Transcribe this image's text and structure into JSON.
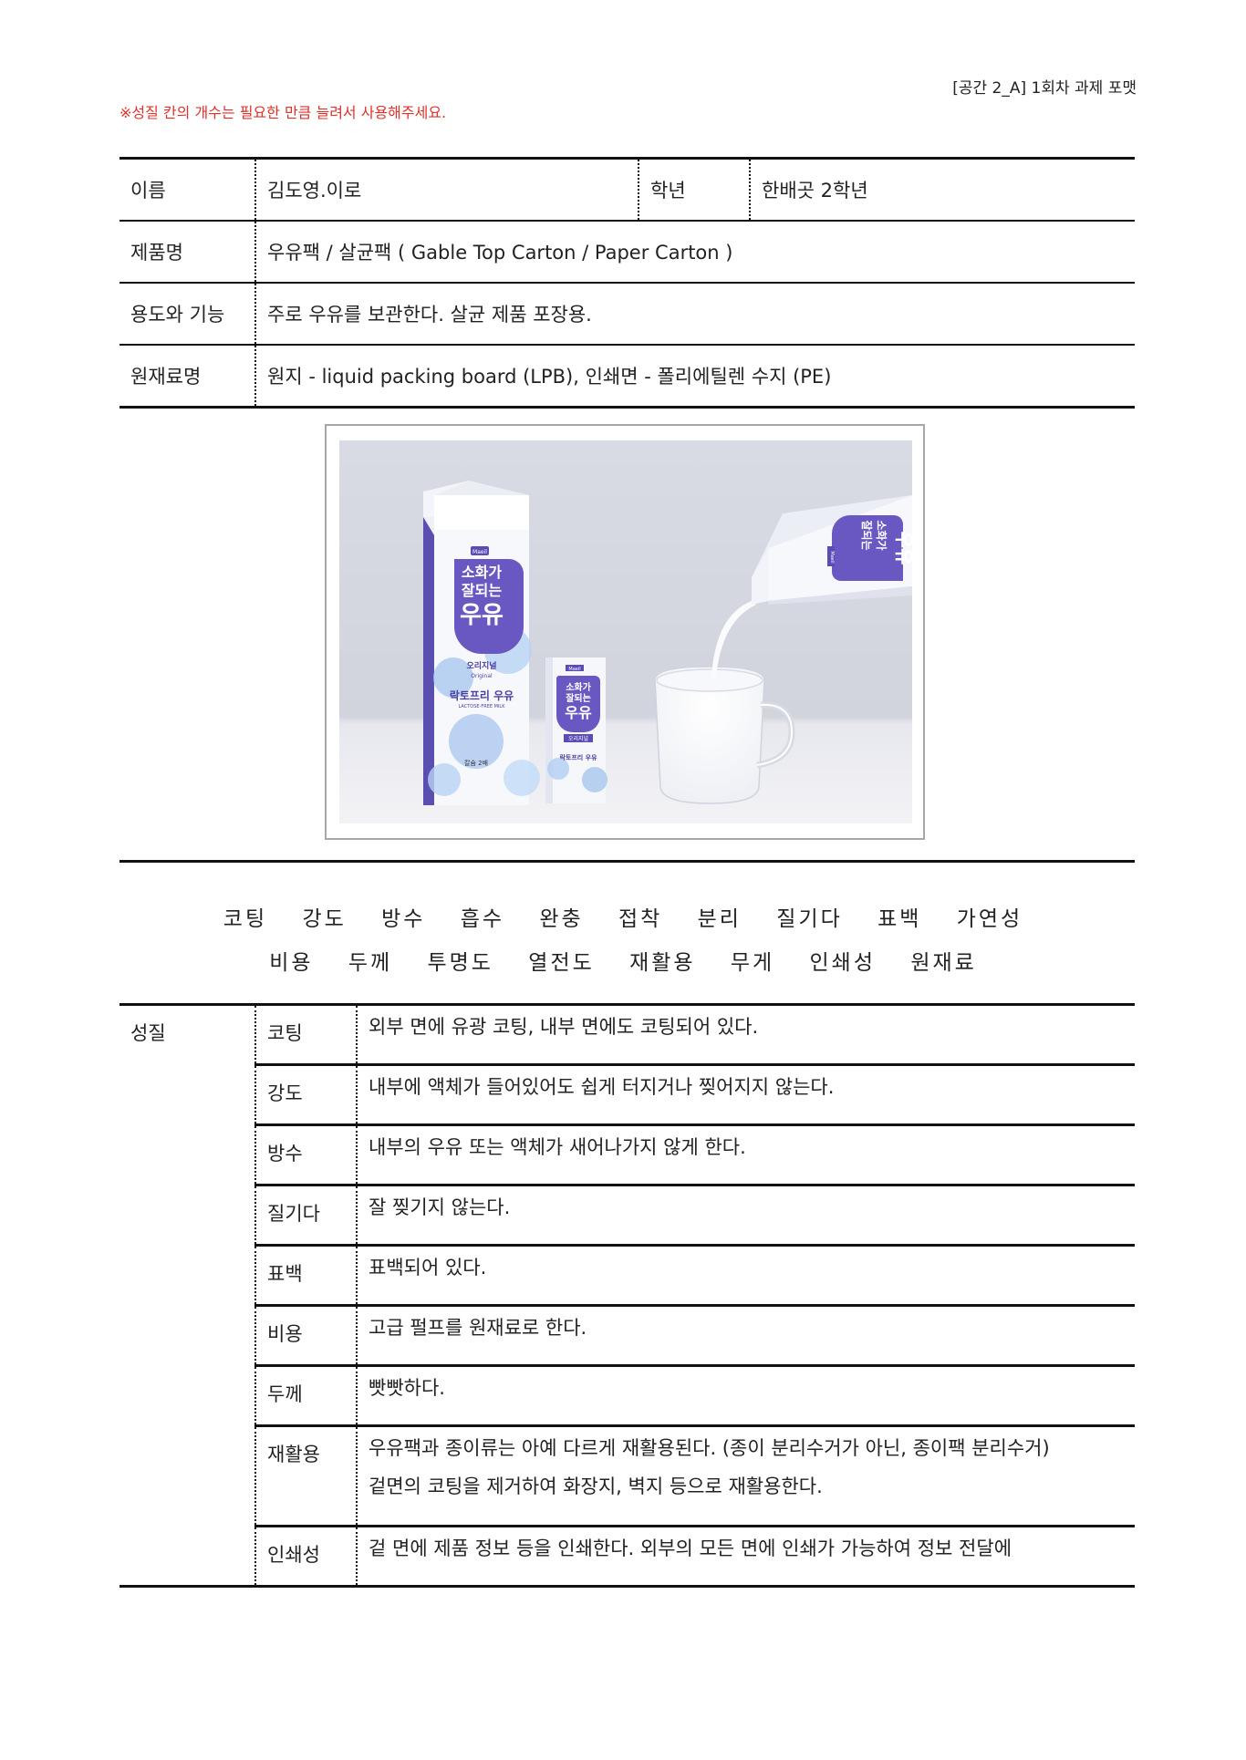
{
  "header": {
    "assignment_label": "[공간 2_A] 1회차 과제 포맷",
    "note": "※성질 칸의 개수는 필요한 만큼 늘려서 사용해주세요."
  },
  "info": {
    "name_label": "이름",
    "name_value": "김도영.이로",
    "grade_label": "학년",
    "grade_value": "한배곳 2학년",
    "product_label": "제품명",
    "product_value": "우유팩 / 살균팩 ( Gable Top Carton / Paper Carton )",
    "use_label": "용도와 기능",
    "use_value": "주로 우유를 보관한다. 살균 제품 포장용.",
    "material_label": "원재료명",
    "material_value": "원지 - liquid packing board (LPB), 인쇄면 - 폴리에틸렌 수지 (PE)"
  },
  "photo": {
    "big_carton": {
      "brand": "Maeil",
      "line1": "소화가",
      "line2": "잘되는",
      "line3": "우유",
      "variant": "오리지널",
      "variant_en": "Original",
      "product": "락토프리 우유",
      "product_en": "LACTOSE-FREE MILK",
      "small_text": "칼슘 2배"
    },
    "small_carton": {
      "brand": "Maeil",
      "line1": "소화가",
      "line2": "잘되는",
      "line3": "우유",
      "variant": "오리지널",
      "product": "락토프리 우유"
    },
    "pour_carton": {
      "brand": "Maeil",
      "line1": "소화가",
      "line2": "잘되는",
      "line3": "우유"
    }
  },
  "keywords": {
    "row1": [
      "코팅",
      "강도",
      "방수",
      "흡수",
      "완충",
      "접착",
      "분리",
      "질기다",
      "표백",
      "가연성"
    ],
    "row2": [
      "비용",
      "두께",
      "투명도",
      "열전도",
      "재활용",
      "무게",
      "인쇄성",
      "원재료"
    ]
  },
  "properties": {
    "category_label": "성질",
    "rows": [
      {
        "name": "코팅",
        "desc": "외부 면에 유광 코팅, 내부 면에도 코팅되어 있다."
      },
      {
        "name": "강도",
        "desc": "내부에 액체가 들어있어도 쉽게 터지거나 찢어지지 않는다."
      },
      {
        "name": "방수",
        "desc": "내부의 우유 또는 액체가 새어나가지 않게 한다."
      },
      {
        "name": "질기다",
        "desc": "잘 찢기지 않는다."
      },
      {
        "name": "표백",
        "desc": "표백되어 있다."
      },
      {
        "name": "비용",
        "desc": "고급 펄프를 원재료로 한다."
      },
      {
        "name": "두께",
        "desc": "빳빳하다."
      },
      {
        "name": "재활용",
        "desc": "우유팩과 종이류는 아예 다르게 재활용된다. (종이 분리수거가 아닌, 종이팩 분리수거)",
        "desc2": "겉면의 코팅을 제거하여 화장지, 벽지 등으로 재활용한다."
      },
      {
        "name": "인쇄성",
        "desc": "겉 면에 제품 정보 등을 인쇄한다. 외부의 모든 면에 인쇄가 가능하여 정보 전달에"
      }
    ]
  }
}
